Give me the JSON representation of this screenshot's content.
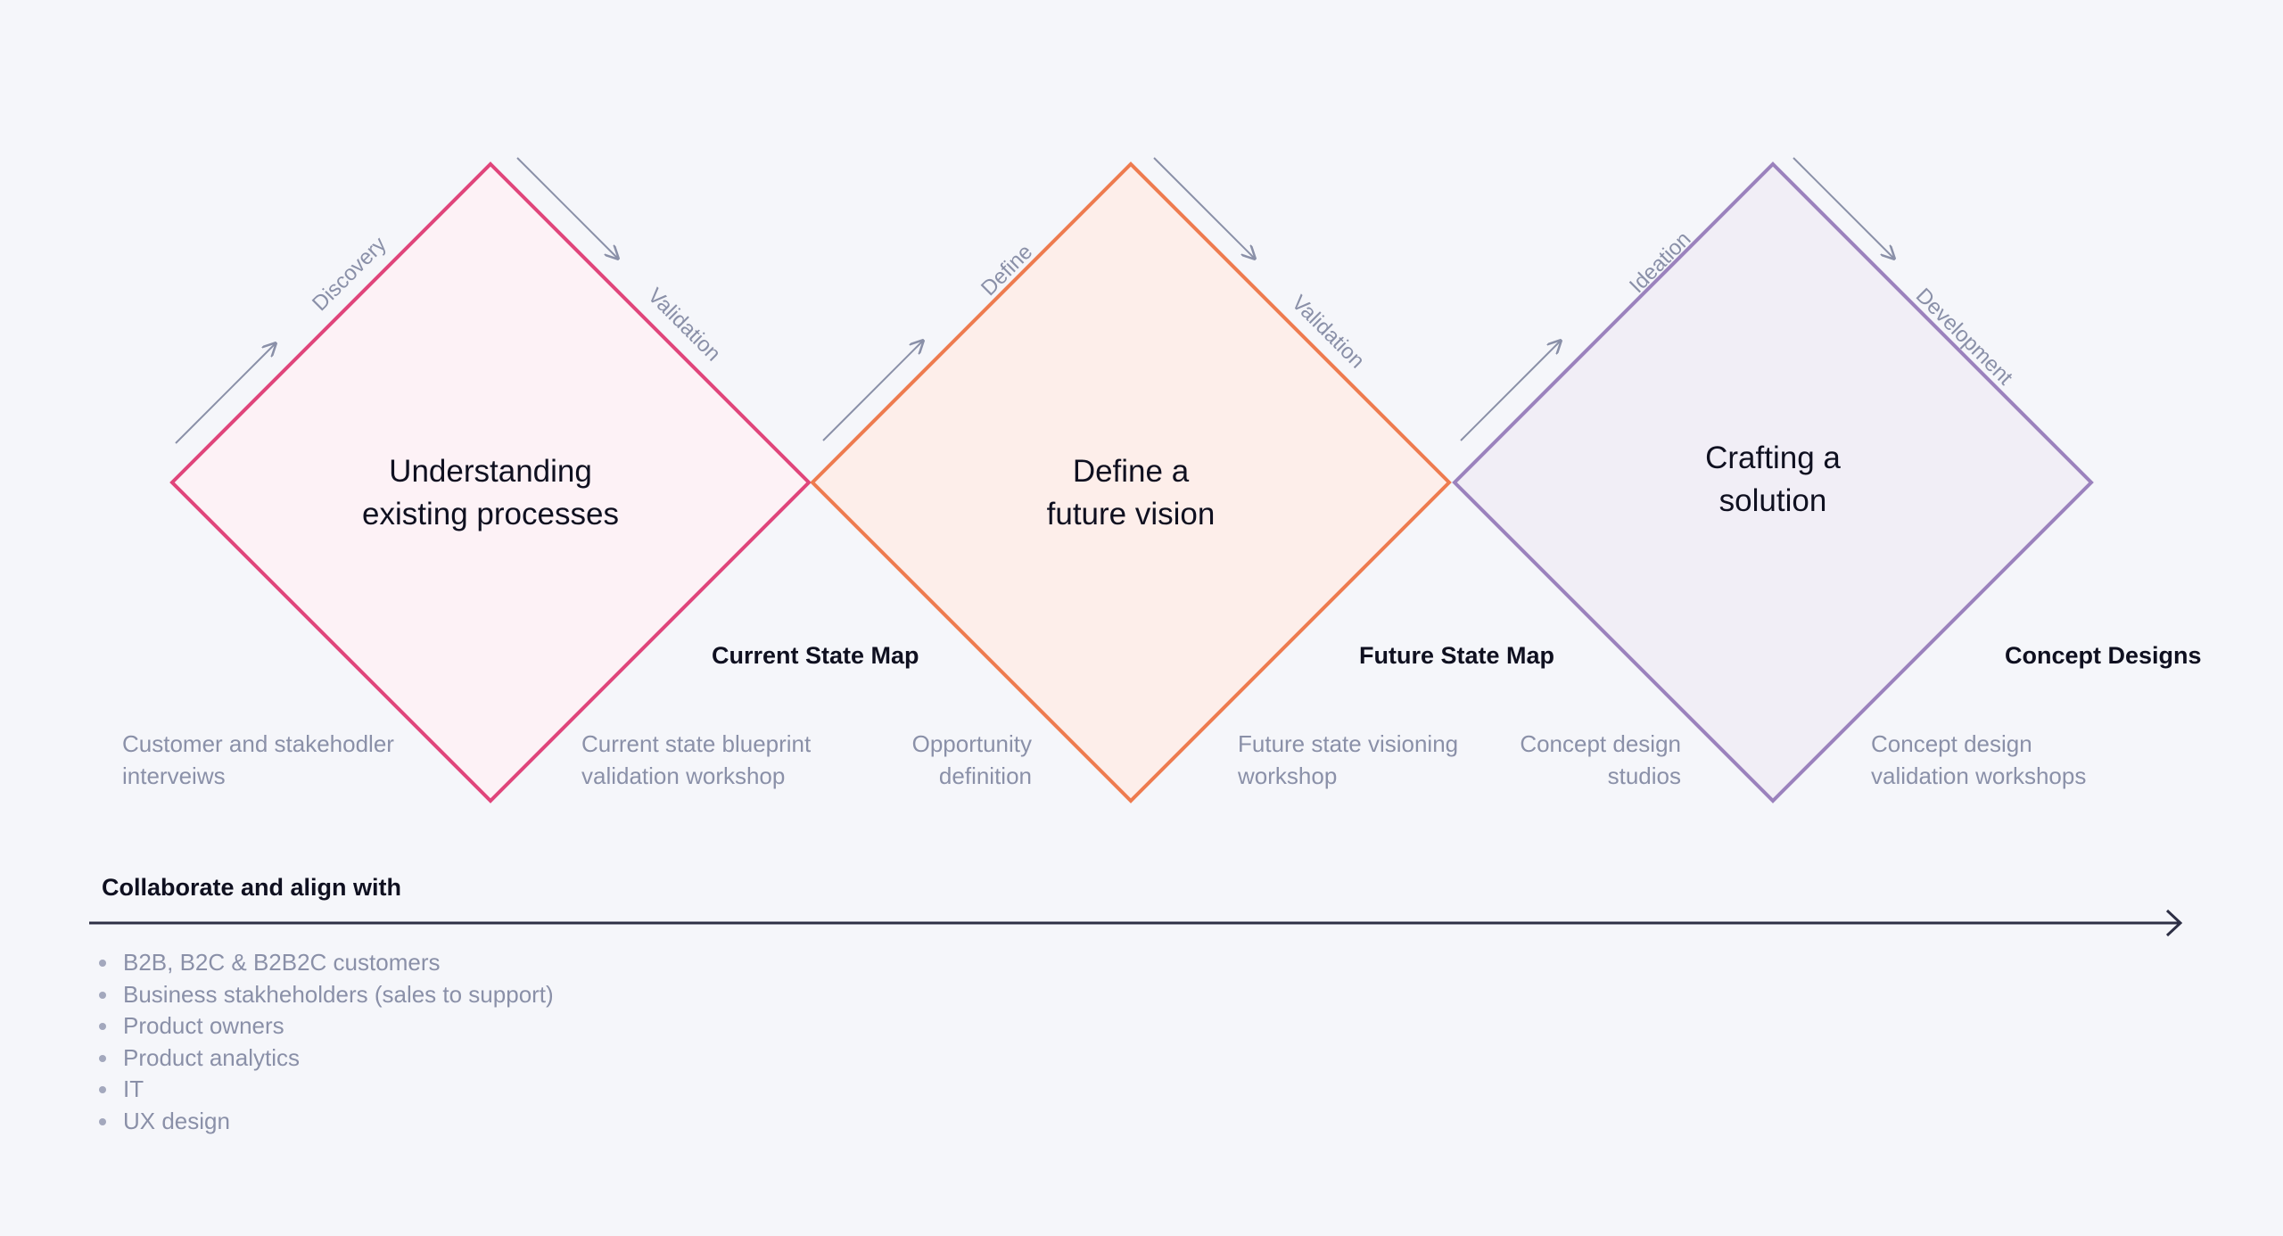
{
  "colors": {
    "background": "#f5f6fa",
    "diamond1_stroke": "#e0457b",
    "diamond1_fill": "#fdf2f6",
    "diamond2_stroke": "#ee7b4f",
    "diamond2_fill": "#fdeeea",
    "diamond3_stroke": "#9b82bd",
    "diamond3_fill": "#f1eef6",
    "arrow": "#8a90a8",
    "timeline": "#2d2f45"
  },
  "diamonds": [
    {
      "title_line1": "Understanding",
      "title_line2": "existing processes",
      "left_edge_label": "Discovery",
      "right_edge_label": "Validation",
      "deliverable": "Current State Map",
      "left_note_line1": "Customer and stakehodler",
      "left_note_line2": "interveiws",
      "right_note_line1": "Current state blueprint",
      "right_note_line2": "validation workshop"
    },
    {
      "title_line1": "Define a",
      "title_line2": "future vision",
      "left_edge_label": "Define",
      "right_edge_label": "Validation",
      "deliverable": "Future State Map",
      "left_note_line1": "Opportunity",
      "left_note_line2": "definition",
      "right_note_line1": "Future state visioning",
      "right_note_line2": "workshop"
    },
    {
      "title_line1": "Crafting a",
      "title_line2": "solution",
      "left_edge_label": "Ideation",
      "right_edge_label": "Development",
      "deliverable": "Concept Designs",
      "left_note_line1": "Concept design",
      "left_note_line2": "studios",
      "right_note_line1": "Concept design",
      "right_note_line2": "validation workshops"
    }
  ],
  "collaborate": {
    "title": "Collaborate and align with",
    "items": [
      "B2B, B2C & B2B2C customers",
      "Business stakheholders (sales to support)",
      "Product owners",
      "Product analytics",
      "IT",
      "UX design"
    ]
  }
}
